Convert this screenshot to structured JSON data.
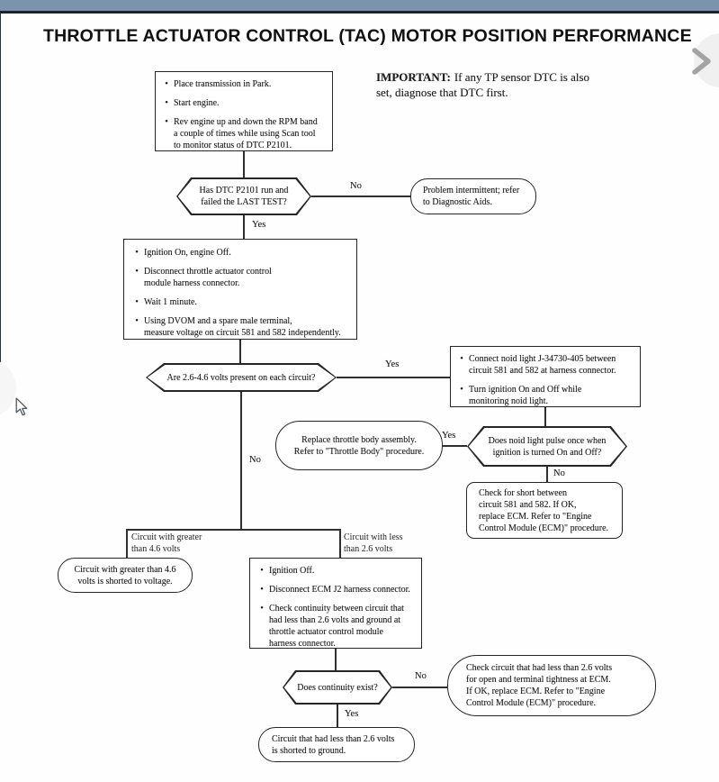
{
  "ui": {
    "bullet": "•",
    "colors": {
      "top_bar": "#7b93ab",
      "header_line": "#18242f",
      "paper": "#ffffff",
      "ink": "#1e1e1e",
      "nav_circle": "#f0f0f0",
      "nav_chevron": "#a3a3a3"
    },
    "nav": {
      "next_icon": "chevron-right",
      "prev_icon": "chevron-left"
    }
  },
  "title": "THROTTLE ACTUATOR CONTROL (TAC) MOTOR POSITION PERFORMANCE",
  "note": {
    "label": "IMPORTANT:",
    "text": "If any TP sensor DTC is also set, diagnose that DTC first."
  },
  "labels": {
    "yes": "Yes",
    "no": "No"
  },
  "branches": {
    "greater": "Circuit with greater\nthan 4.6 volts",
    "less": "Circuit with less\nthan 2.6 volts"
  },
  "nodes": {
    "step1": {
      "bullets": [
        "Place transmission in Park.",
        "Start engine.",
        "Rev engine up and down the RPM band\na couple of times while using Scan tool\nto monitor status of DTC P2101."
      ]
    },
    "decision_dtc_run": "Has DTC P2101 run and\nfailed the LAST TEST?",
    "problem_intermittent": "Problem intermittent; refer\nto Diagnostic Aids.",
    "step2": {
      "bullets": [
        "Ignition On, engine Off.",
        "Disconnect throttle actuator control\nmodule harness connector.",
        "Wait 1 minute.",
        "Using DVOM and a spare male terminal,\nmeasure voltage on circuit 581 and 582 independently."
      ]
    },
    "decision_volts": "Are 2.6-4.6 volts present on each circuit?",
    "step3": {
      "bullets": [
        "Connect noid light J-34730-405 between\ncircuit 581 and 582 at harness connector.",
        "Turn ignition On and Off while\nmonitoring noid light."
      ]
    },
    "replace_throttle_body": "Replace throttle body assembly.\nRefer to \"Throttle Body\" procedure.",
    "decision_noid": "Does noid light pulse once when\nignition is turned On and Off?",
    "check_short": "Check for short between\ncircuit 581 and 582. If OK,\nreplace ECM. Refer to \"Engine\nControl Module (ECM)\" procedure.",
    "shorted_to_voltage": "Circuit with greater than 4.6\nvolts is shorted to voltage.",
    "step4": {
      "bullets": [
        "Ignition Off.",
        "Disconnect ECM J2 harness connector.",
        "Check continuity between circuit that\nhad less than 2.6 volts and ground at\nthrottle actuator control module\nharness connector."
      ]
    },
    "decision_continuity": "Does continuity exist?",
    "check_open": "Check circuit that had less than 2.6 volts\nfor open and terminal tightness at ECM.\nIf OK, replace ECM. Refer to \"Engine\nControl Module (ECM)\" procedure.",
    "shorted_to_ground": "Circuit that had less than 2.6 volts\nis shorted to ground."
  }
}
